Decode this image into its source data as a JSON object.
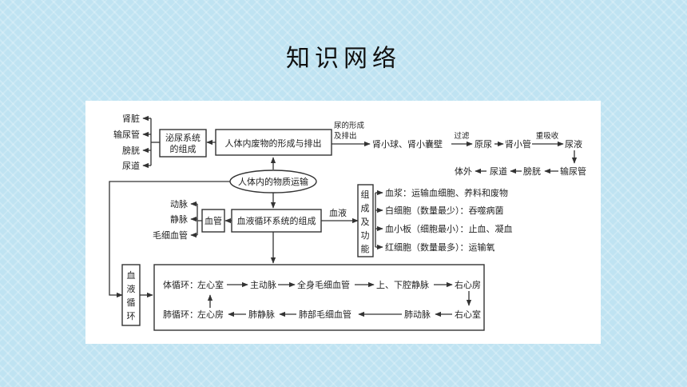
{
  "page": {
    "title": "知识网络"
  },
  "diagram": {
    "urinary_organs": [
      "肾脏",
      "输尿管",
      "膀胱",
      "尿道"
    ],
    "urinary_system_line1": "泌尿系统",
    "urinary_system_line2": "的组成",
    "waste_formation": "人体内废物的形成与排出",
    "urine_formation_line1": "尿的形成",
    "urine_formation_line2": "及排出",
    "glomerulus": "肾小球、肾小囊壁",
    "filtration": "过滤",
    "primary_urine": "原尿",
    "renal_tubule": "肾小管",
    "reabsorption": "重吸收",
    "urine": "尿液",
    "excretion_chain": [
      "体外",
      "尿道",
      "膀胱",
      "输尿管"
    ],
    "transport": "人体内的物质运输",
    "vessel_types": [
      "动脉",
      "静脉",
      "毛细血管"
    ],
    "vessel": "血管",
    "circulation_composition": "血液循环系统的组成",
    "blood": "血液",
    "composition_function": [
      "组",
      "成",
      "及",
      "功",
      "能"
    ],
    "blood_components": [
      "血浆：运输血细胞、养料和废物",
      "白细胞（数量最少）：吞噬病菌",
      "血小板（细胞最小）：止血、凝血",
      "红细胞（数量最多）：运输氧"
    ],
    "circulation_vertical": [
      "血",
      "液",
      "循",
      "环"
    ],
    "systemic_label": "体循环：",
    "systemic_path": [
      "左心室",
      "主动脉",
      "全身毛细血管",
      "上、下腔静脉",
      "右心房"
    ],
    "right_ventricle": "右心室",
    "pulmonary_label": "肺循环：",
    "pulmonary_path": [
      "左心房",
      "肺静脉",
      "肺部毛细血管",
      "肺动脉"
    ]
  }
}
